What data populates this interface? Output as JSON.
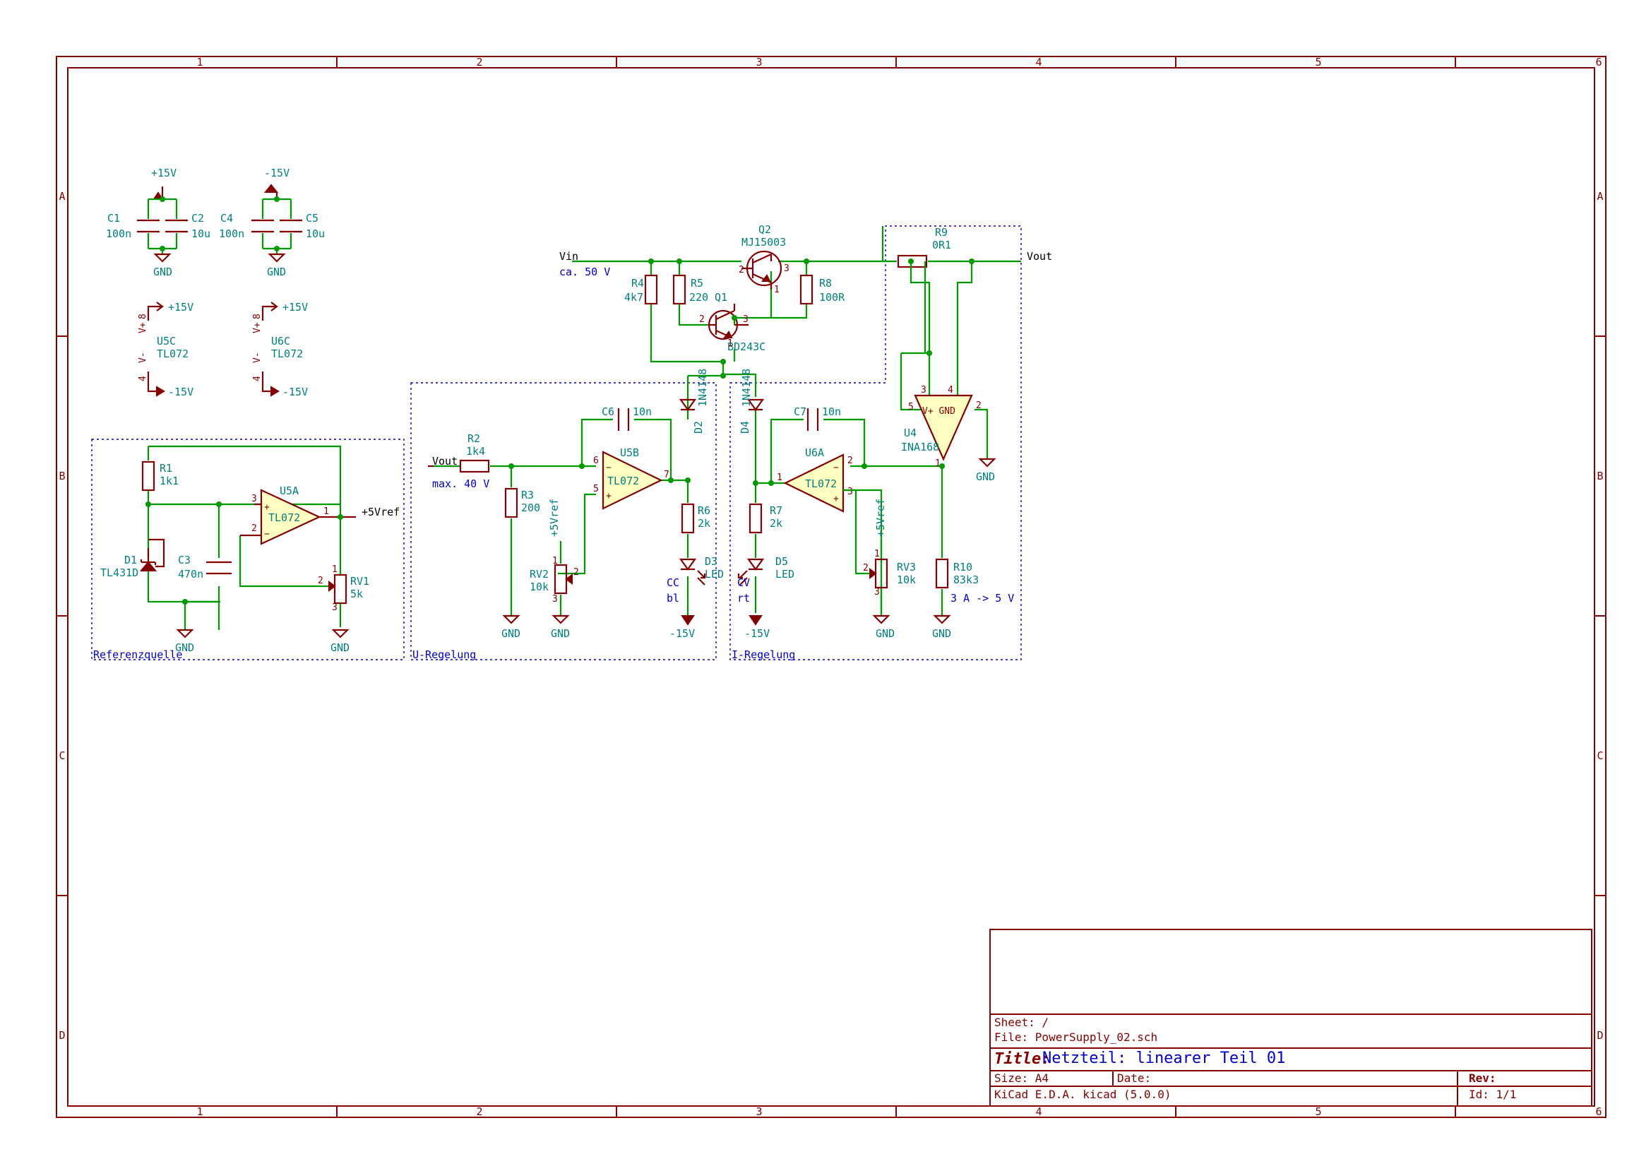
{
  "frame": {
    "columns": [
      "1",
      "2",
      "3",
      "4",
      "5",
      "6"
    ],
    "rows": [
      "A",
      "B",
      "C",
      "D"
    ]
  },
  "title_block": {
    "sheet_label": "Sheet: /",
    "file_label": "File: PowerSupply_02.sch",
    "title_key": "Title:",
    "title_value": "Netzteil: linearer Teil 01",
    "size_label": "Size: A4",
    "date_label": "Date:",
    "rev_label": "Rev:",
    "tool_label": "KiCad E.D.A.  kicad (5.0.0)",
    "id_label": "Id: 1/1"
  },
  "power": {
    "plus15": "+15V",
    "minus15": "-15V",
    "gnd": "GND",
    "plus5ref": "+5Vref"
  },
  "components": {
    "C1": {
      "ref": "C1",
      "value": "100n"
    },
    "C2": {
      "ref": "C2",
      "value": "10u"
    },
    "C4": {
      "ref": "C4",
      "value": "100n"
    },
    "C5": {
      "ref": "C5",
      "value": "10u"
    },
    "U5C": {
      "ref": "U5C",
      "value": "TL072"
    },
    "U6C": {
      "ref": "U6C",
      "value": "TL072"
    },
    "R1": {
      "ref": "R1",
      "value": "1k1"
    },
    "D1": {
      "ref": "D1",
      "value": "TL431D"
    },
    "C3": {
      "ref": "C3",
      "value": "470n"
    },
    "U5A": {
      "ref": "U5A",
      "value": "TL072"
    },
    "RV1": {
      "ref": "RV1",
      "value": "5k"
    },
    "R2": {
      "ref": "R2",
      "value": "1k4"
    },
    "R3": {
      "ref": "R3",
      "value": "200"
    },
    "RV2": {
      "ref": "RV2",
      "value": "10k"
    },
    "C6": {
      "ref": "C6",
      "value": "10n"
    },
    "U5B": {
      "ref": "U5B",
      "value": "TL072"
    },
    "D2": {
      "ref": "D2",
      "value": "1N4148"
    },
    "R6": {
      "ref": "R6",
      "value": "2k"
    },
    "D3": {
      "ref": "D3",
      "value": "LED"
    },
    "R4": {
      "ref": "R4",
      "value": "4k7"
    },
    "R5": {
      "ref": "R5",
      "value": "220"
    },
    "Q1": {
      "ref": "Q1",
      "value": "BD243C"
    },
    "Q2": {
      "ref": "Q2",
      "value": "MJ15003"
    },
    "R8": {
      "ref": "R8",
      "value": "100R"
    },
    "R9": {
      "ref": "R9",
      "value": "0R1"
    },
    "D4": {
      "ref": "D4",
      "value": "1N4148"
    },
    "R7": {
      "ref": "R7",
      "value": "2k"
    },
    "D5": {
      "ref": "D5",
      "value": "LED"
    },
    "C7": {
      "ref": "C7",
      "value": "10n"
    },
    "U6A": {
      "ref": "U6A",
      "value": "TL072"
    },
    "RV3": {
      "ref": "RV3",
      "value": "10k"
    },
    "U4": {
      "ref": "U4",
      "value": "INA168"
    },
    "R10": {
      "ref": "R10",
      "value": "83k3"
    }
  },
  "nets": {
    "vin": "Vin",
    "vout": "Vout",
    "vout_in": "Vout",
    "plus5ref_out": "+5Vref"
  },
  "notes": {
    "vin_note": "ca. 50 V",
    "vout_note": "max. 40 V",
    "current_note": "3 A -> 5 V",
    "cc_label": "CC",
    "cc_color": "bl",
    "cv_label": "CV",
    "cv_color": "rt"
  },
  "blocks": {
    "ref": "Referenzquelle",
    "u": "U-Regelung",
    "i": "I-Regelung"
  },
  "opamp_signs": {
    "minus": "−",
    "plus": "+"
  },
  "pins": {
    "one": "1",
    "two": "2",
    "three": "3",
    "four": "4",
    "five": "5",
    "six": "6",
    "seven": "7",
    "eight": "8",
    "vplus": "V+",
    "vminus": "V-",
    "vplus_gnd": "V+  GND"
  },
  "colors": {
    "frame": "#840000",
    "wire": "#009900",
    "body": "#ffffc2",
    "ref_text": "#007f7f",
    "note_text": "#0000c8"
  }
}
